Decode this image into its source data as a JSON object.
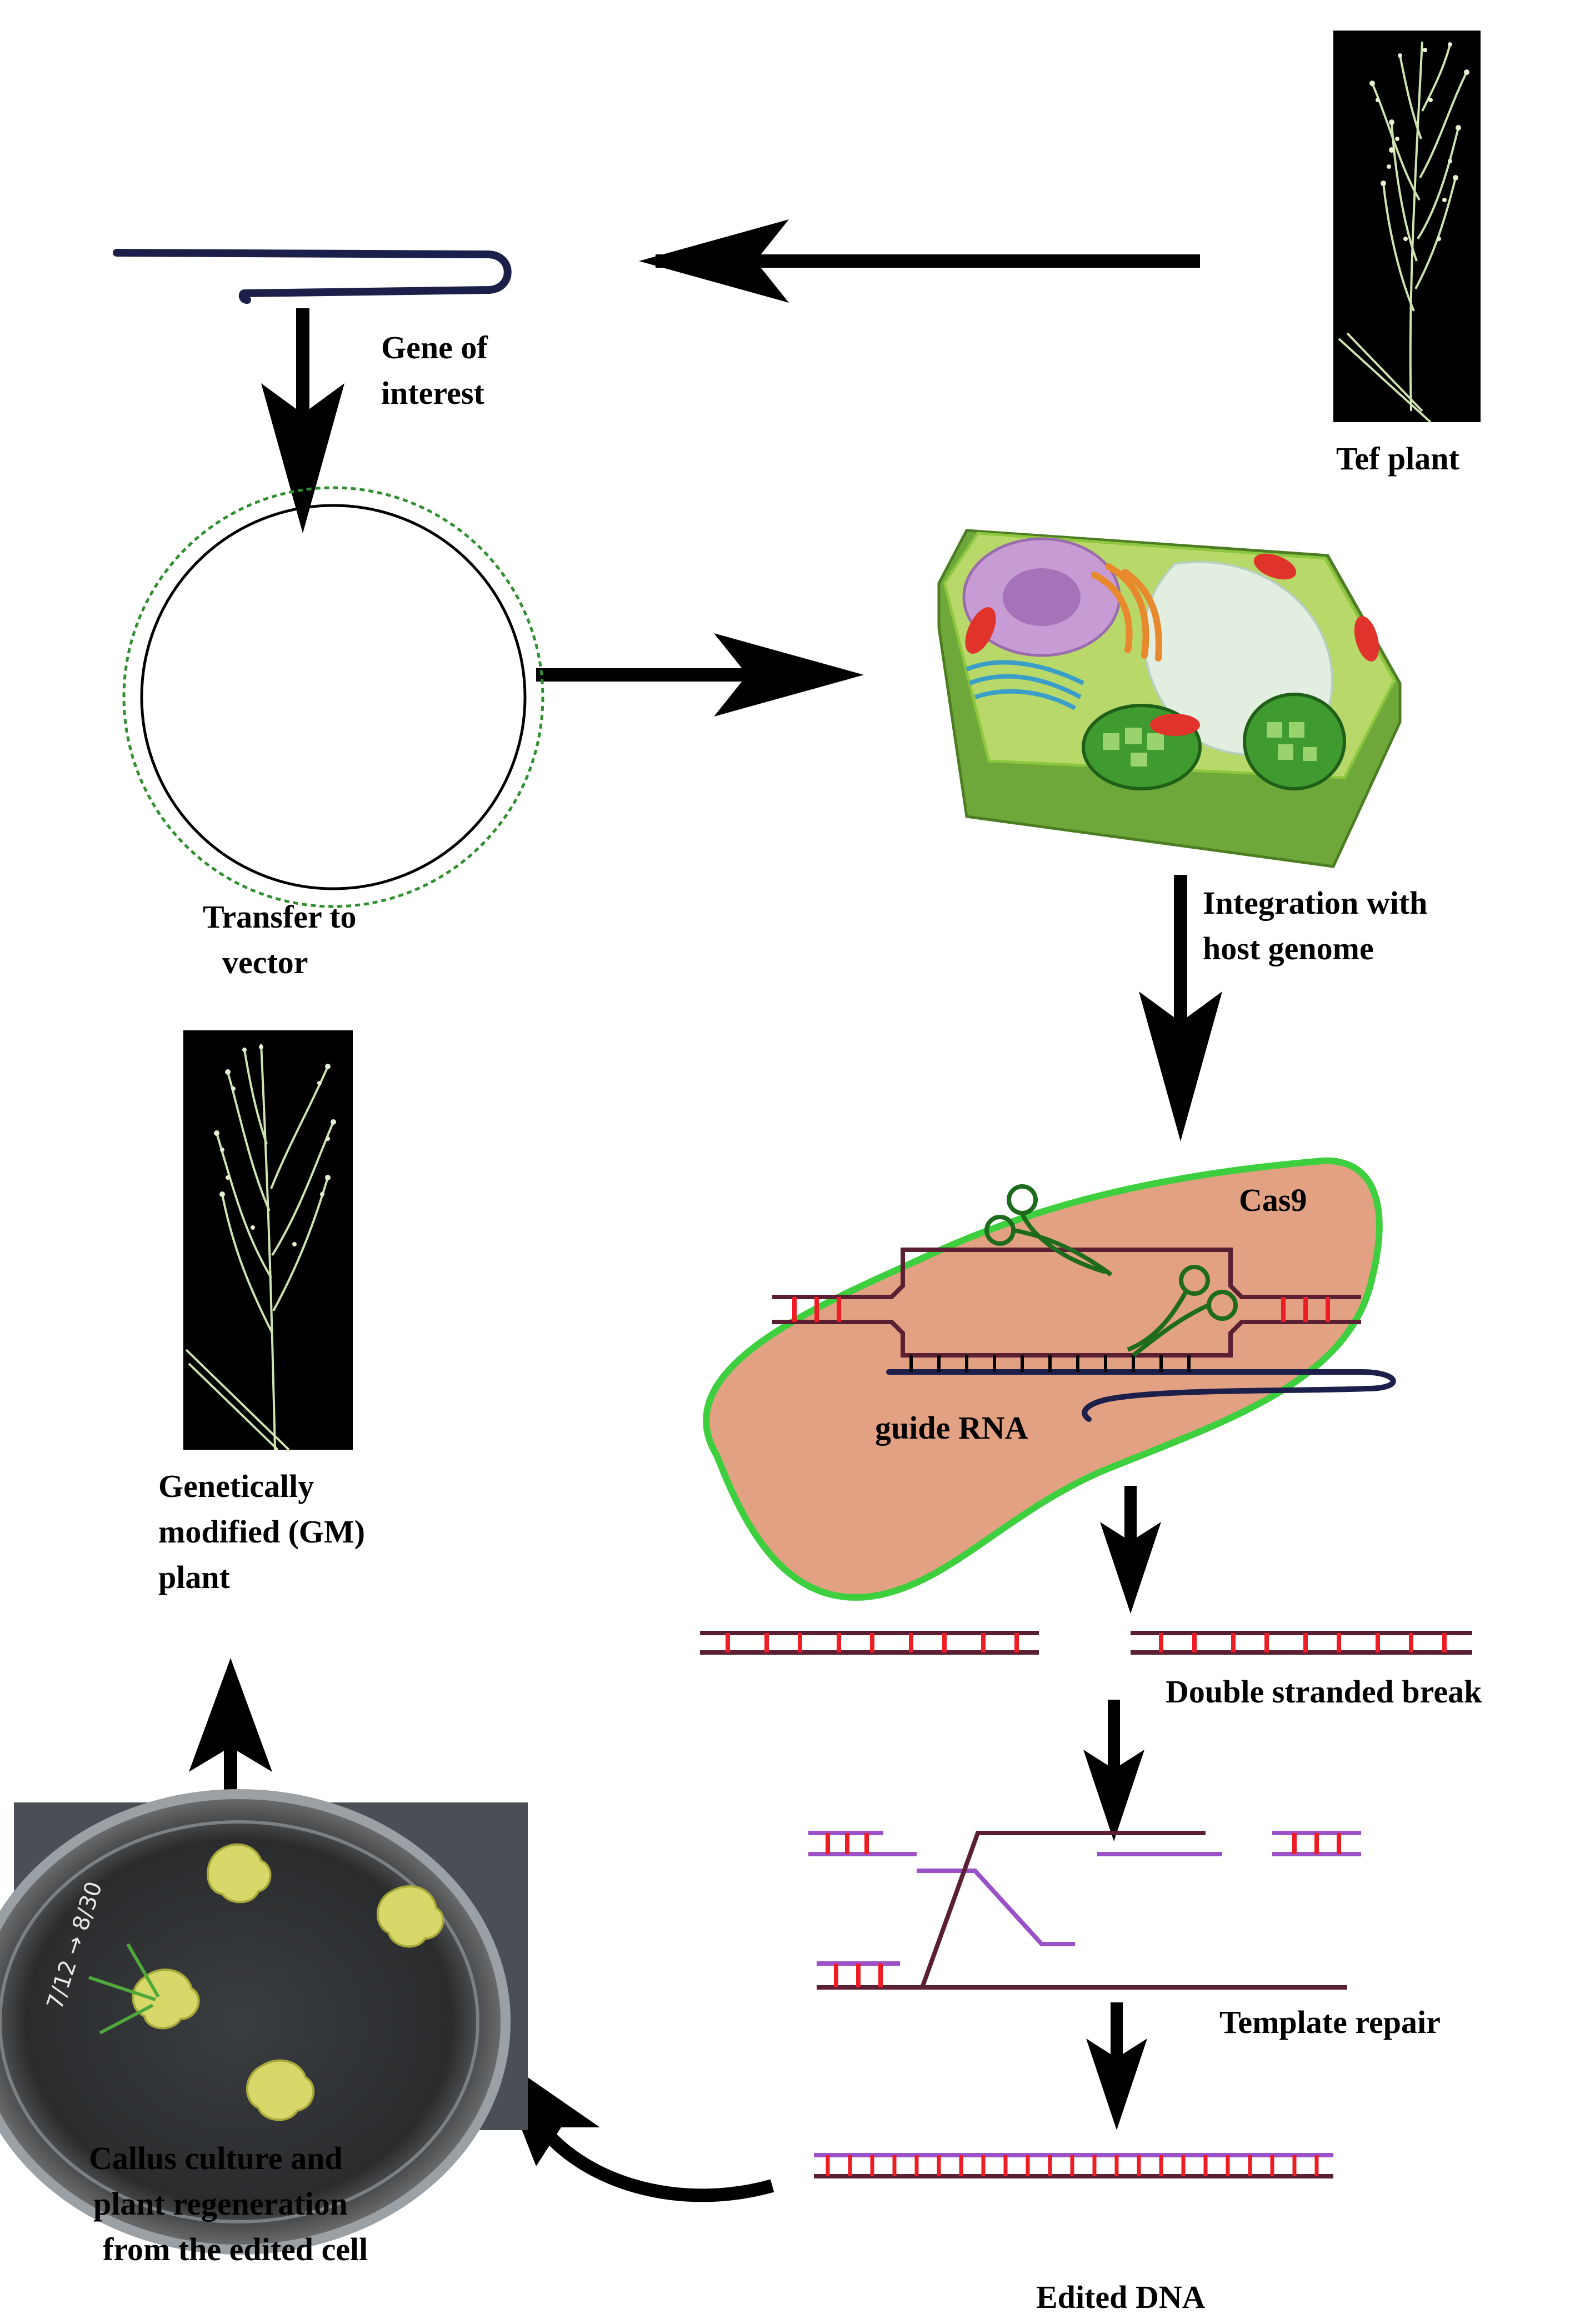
{
  "labels": {
    "gene_of_interest": [
      "Gene of",
      "interest"
    ],
    "tef_plant": "Tef plant",
    "transfer_to_vector": [
      "Transfer to",
      "vector"
    ],
    "integration": [
      "Integration with",
      "host genome"
    ],
    "cas9": "Cas9",
    "guide_rna": "guide RNA",
    "double_stranded_break": "Double stranded break",
    "template_repair": "Template repair",
    "edited_dna": "Edited DNA",
    "gm_plant": [
      "Genetically",
      "modified (GM)",
      "plant"
    ],
    "callus_culture": [
      "Callus culture and",
      "plant regeneration",
      "from the edited cell"
    ]
  },
  "petri_dish_handwriting": "7/12 → 8/30",
  "colors": {
    "arrow": "#000000",
    "dna_strand": "#5a1f33",
    "dna_rung": "#ee1c24",
    "template_strand": "#9b52c8",
    "cas9_fill": "#e3a183",
    "cas9_border": "#3dcf3d",
    "scissors": "#1e6b1e",
    "vector_dotted": "#2f8f2f",
    "gene_strand": "#1c1f4a",
    "cell_wall": "#8dc63f",
    "photo_bg": "#000000"
  }
}
